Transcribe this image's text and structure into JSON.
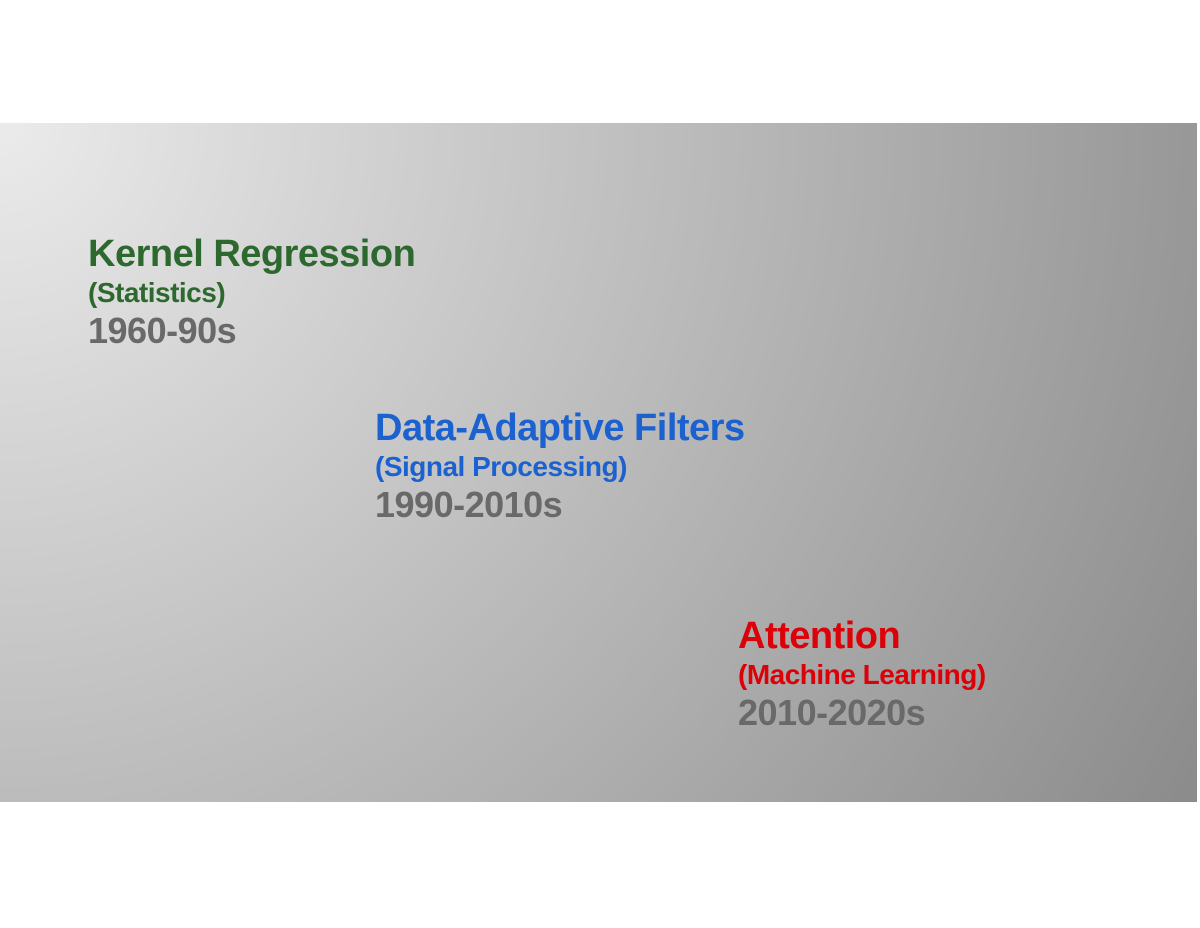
{
  "slide": {
    "background": {
      "page_background": "#ffffff",
      "gradient_from": "#ebebeb",
      "gradient_to": "#8b8b8b"
    },
    "blocks": [
      {
        "title": "Kernel Regression",
        "field": "(Statistics)",
        "era": "1960-90s",
        "title_color": "#2d682f",
        "era_color": "#696969"
      },
      {
        "title": "Data-Adaptive Filters",
        "field": "(Signal Processing)",
        "era": "1990-2010s",
        "title_color": "#1c61d0",
        "era_color": "#696969"
      },
      {
        "title": "Attention",
        "field": "(Machine Learning)",
        "era": "2010-2020s",
        "title_color": "#dc0008",
        "era_color": "#696969"
      }
    ]
  }
}
